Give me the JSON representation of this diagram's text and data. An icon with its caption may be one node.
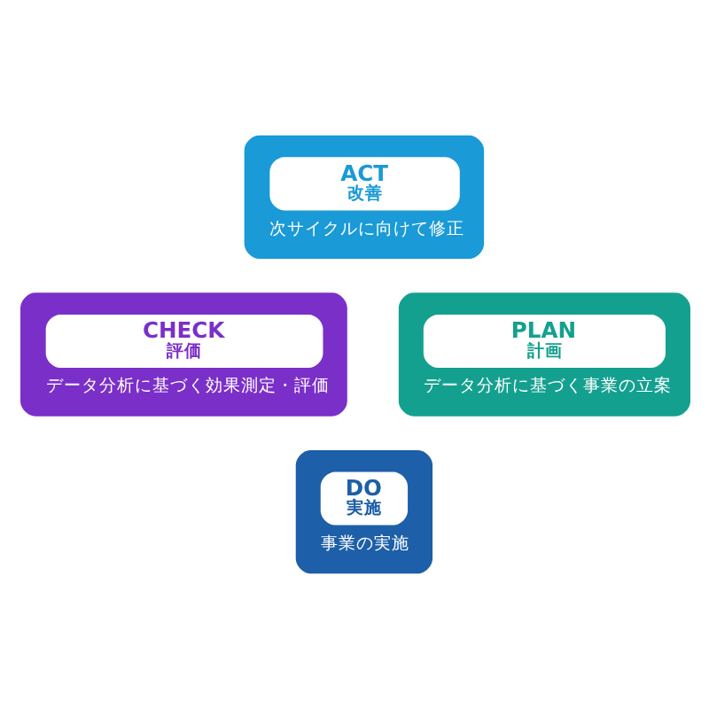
{
  "diagram": {
    "nodes": [
      {
        "text": [
          "ACT",
          "改善",
          "次サイクルに向けて修正"
        ]
      },
      {
        "text": [
          "PLAN",
          "計画",
          "データ分析に基づく事業の立案"
        ]
      },
      {
        "text": [
          "CHECK",
          "評価",
          "データ分析に基づく効果測定・評価"
        ]
      },
      {
        "text": [
          "DO",
          "実施",
          "事業の実施"
        ]
      }
    ]
  }
}
